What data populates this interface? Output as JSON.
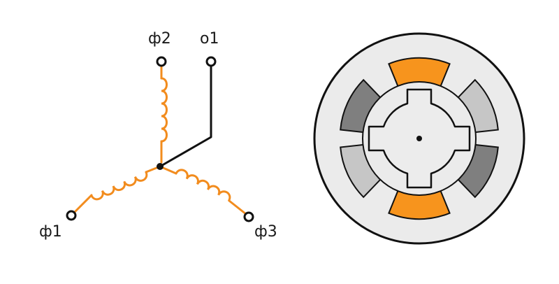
{
  "schematic": {
    "terminals": [
      {
        "id": "phi2",
        "label": "ф2"
      },
      {
        "id": "o1",
        "label": "o1"
      },
      {
        "id": "phi1",
        "label": "ф1"
      },
      {
        "id": "phi3",
        "label": "ф3"
      }
    ]
  },
  "colors": {
    "coil": "#f28c1e",
    "wire": "#111111",
    "motor_outer_ring": "#ebebeb",
    "motor_outline": "#111111",
    "stator_active": "#f7941d",
    "stator_dark": "#7f7f7f",
    "stator_light": "#c6c6c6",
    "rotor": "#ececec",
    "background": "#ffffff"
  }
}
